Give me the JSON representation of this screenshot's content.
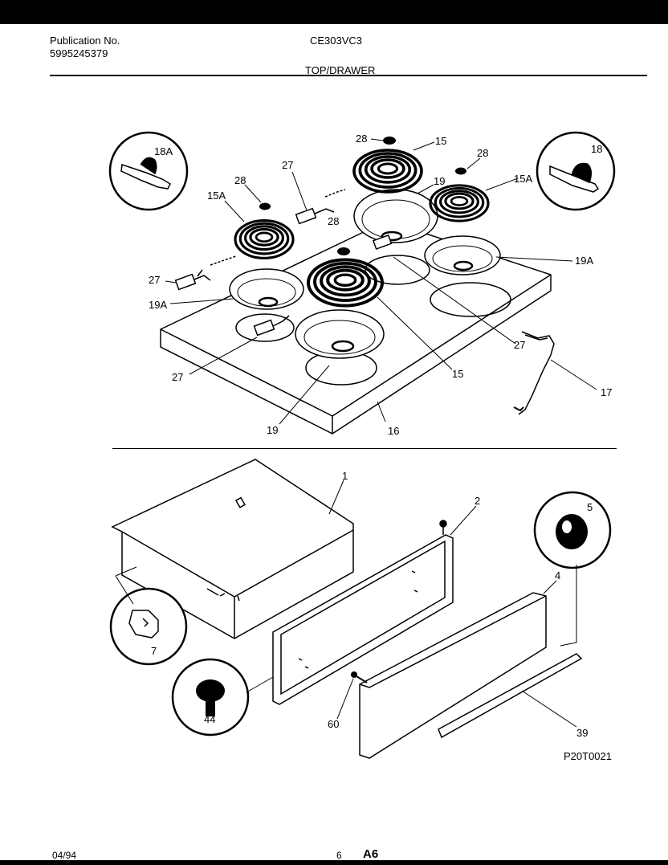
{
  "header": {
    "publication_label": "Publication No.",
    "publication_number": "5995245379",
    "model": "CE303VC3",
    "section": "TOP/DRAWER"
  },
  "callouts": {
    "c18A": "18A",
    "c18": "18",
    "c28a": "28",
    "c28b": "28",
    "c28c": "28",
    "c28d": "28",
    "c15": "15",
    "c15b": "15",
    "c15Aa": "15A",
    "c15Ab": "15A",
    "c27a": "27",
    "c27b": "27",
    "c27c": "27",
    "c27d": "27",
    "c19a": "19",
    "c19b": "19",
    "c19Aa": "19A",
    "c19Ab": "19A",
    "c17": "17",
    "c16": "16",
    "c1": "1",
    "c2": "2",
    "c4": "4",
    "c5": "5",
    "c7": "7",
    "c44": "44",
    "c60": "60",
    "c39": "39"
  },
  "drawing_code": "P20T0021",
  "footer": {
    "date": "04/94",
    "page": "6",
    "page_code": "A6"
  }
}
